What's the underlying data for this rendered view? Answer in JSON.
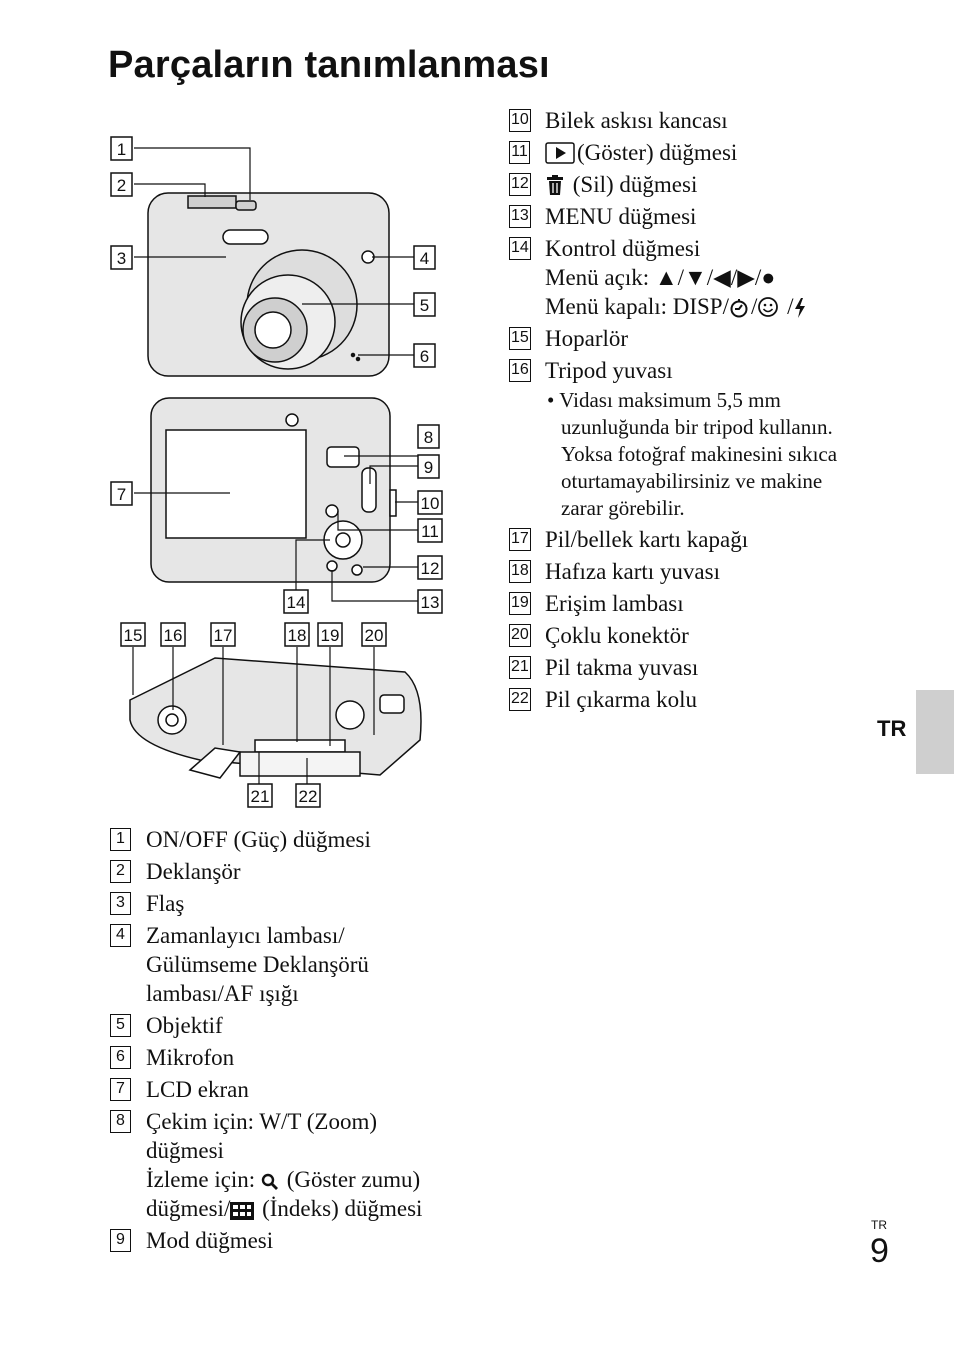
{
  "page": {
    "title": "Parçaların tanımlanması",
    "lang_tab": "TR",
    "page_lang": "TR",
    "page_number": "9"
  },
  "diagram_labels": [
    "1",
    "2",
    "3",
    "4",
    "5",
    "6",
    "7",
    "8",
    "9",
    "10",
    "11",
    "12",
    "13",
    "14",
    "15",
    "16",
    "17",
    "18",
    "19",
    "20",
    "21",
    "22"
  ],
  "left_items": [
    {
      "num": "1",
      "lines": [
        "ON/OFF (Güç) düğmesi"
      ]
    },
    {
      "num": "2",
      "lines": [
        "Deklanşör"
      ]
    },
    {
      "num": "3",
      "lines": [
        "Flaş"
      ]
    },
    {
      "num": "4",
      "lines": [
        "Zamanlayıcı lambası/",
        "Gülümseme Deklanşörü",
        "lambası/AF ışığı"
      ]
    },
    {
      "num": "5",
      "lines": [
        "Objektif"
      ]
    },
    {
      "num": "6",
      "lines": [
        "Mikrofon"
      ]
    },
    {
      "num": "7",
      "lines": [
        "LCD ekran"
      ]
    },
    {
      "num": "8",
      "lines": [
        "Çekim için: W/T (Zoom)",
        "düğmesi"
      ],
      "zoom_line": {
        "a": "İzleme için:",
        "b": "(Göster zumu)"
      },
      "index_line": {
        "a": "düğmesi/",
        "b": "(İndeks) düğmesi"
      },
      "icons": [
        "magnifier-icon",
        "index-grid-icon"
      ]
    },
    {
      "num": "9",
      "lines": [
        "Mod düğmesi"
      ]
    }
  ],
  "right_items": [
    {
      "num": "10",
      "lines": [
        "Bilek askısı kancası"
      ]
    },
    {
      "num": "11",
      "icon": "play-icon",
      "lines": [
        "(Göster) düğmesi"
      ]
    },
    {
      "num": "12",
      "icon": "trash-icon",
      "lines": [
        "(Sil) düğmesi"
      ]
    },
    {
      "num": "13",
      "lines": [
        "MENU düğmesi"
      ]
    },
    {
      "num": "14",
      "lines": [
        "Kontrol düğmesi",
        "Menü açık: ▲/▼/◀/▶/●"
      ],
      "menu_off": {
        "text": "Menü kapalı: DISP/",
        "icons": [
          "self-timer-icon",
          "smile-icon",
          "flash-icon"
        ]
      }
    },
    {
      "num": "15",
      "lines": [
        "Hoparlör"
      ]
    },
    {
      "num": "16",
      "lines": [
        "Tripod yuvası"
      ],
      "note": "Vidası maksimum 5,5 mm uzunluğunda bir tripod kullanın. Yoksa fotoğraf makinesini sıkıca oturtamayabilirsiniz ve makine zarar görebilir."
    },
    {
      "num": "17",
      "lines": [
        "Pil/bellek kartı kapağı"
      ]
    },
    {
      "num": "18",
      "lines": [
        "Hafıza kartı yuvası"
      ]
    },
    {
      "num": "19",
      "lines": [
        "Erişim lambası"
      ]
    },
    {
      "num": "20",
      "lines": [
        "Çoklu konektör"
      ]
    },
    {
      "num": "21",
      "lines": [
        "Pil takma yuvası"
      ]
    },
    {
      "num": "22",
      "lines": [
        "Pil çıkarma kolu"
      ]
    }
  ]
}
